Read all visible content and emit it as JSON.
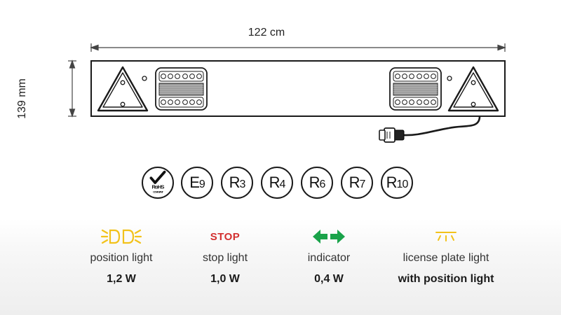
{
  "dimensions": {
    "width_label": "122 cm",
    "height_label": "139 mm"
  },
  "certifications": {
    "rohs_top": "RoHS",
    "rohs_bottom": "COMPLIANT",
    "marks": [
      {
        "main": "E",
        "sub": "9"
      },
      {
        "main": "R",
        "sub": "3"
      },
      {
        "main": "R",
        "sub": "4"
      },
      {
        "main": "R",
        "sub": "6"
      },
      {
        "main": "R",
        "sub": "7"
      },
      {
        "main": "R",
        "sub": "10"
      }
    ]
  },
  "features": [
    {
      "icon": "position-light-icon",
      "name": "position light",
      "value": "1,2 W"
    },
    {
      "icon": "stop-icon",
      "icon_text": "STOP",
      "name": "stop light",
      "value": "1,0 W"
    },
    {
      "icon": "indicator-arrows-icon",
      "name": "indicator",
      "value": "0,4 W"
    },
    {
      "icon": "license-plate-light-icon",
      "name": "license plate light",
      "value": "with position light"
    }
  ],
  "colors": {
    "stop_red": "#d32f2f",
    "indicator_green": "#1aa34a",
    "light_yellow": "#f2c21b",
    "outline": "#1a1a1a"
  }
}
